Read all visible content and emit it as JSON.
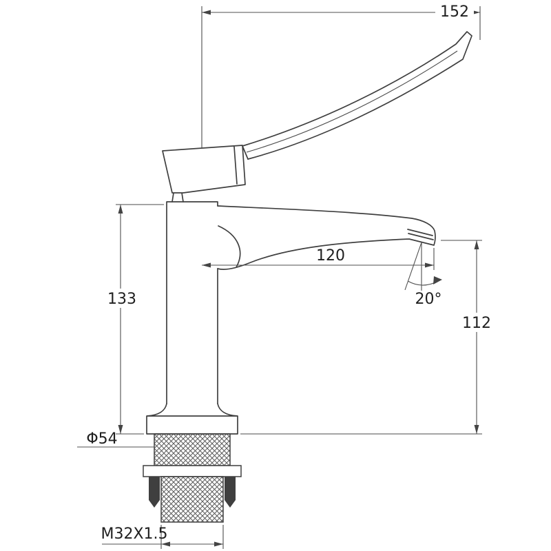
{
  "page": {
    "title": "Faucet Technical Drawing",
    "background": "#ffffff"
  },
  "drawing": {
    "kind": "technical-dimension-drawing",
    "subject": "single-lever basin faucet with long medical elbow handle, side elevation with mounting hardware",
    "line_color": "#3f3f3f",
    "dimension_color": "#4f4f4f",
    "labels": {
      "handle_reach": "152",
      "spout_reach": "120",
      "outlet_angle": "20°",
      "body_height": "133",
      "outlet_height": "112",
      "base_diameter": "Φ54",
      "thread_size": "M32X1.5"
    }
  }
}
